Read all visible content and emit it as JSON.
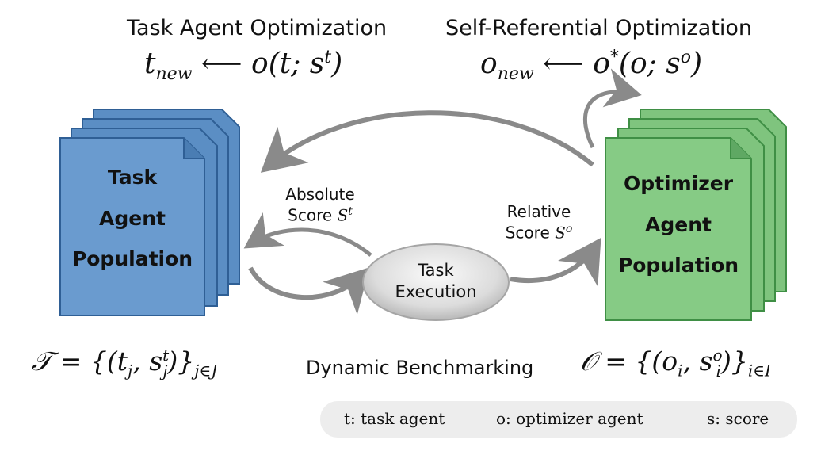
{
  "top": {
    "task_title": "Task Agent Optimization",
    "self_title": "Self-Referential Optimization",
    "task_update_formula": "t_new ⟵ o(t; s^t)",
    "self_update_formula": "o_new ⟵ o*(o; s^o)"
  },
  "task_population": {
    "line1": "Task",
    "line2": "Agent",
    "line3": "Population",
    "set_formula": "𝒯 = {(t_j, s_j^t)}_{j∈J}"
  },
  "optimizer_population": {
    "line1": "Optimizer",
    "line2": "Agent",
    "line3": "Population",
    "set_formula": "𝒪 = {(o_i, s_i^o)}_{i∈I}"
  },
  "center": {
    "execution_line1": "Task",
    "execution_line2": "Execution",
    "absolute_line1": "Absolute",
    "absolute_line2": "Score",
    "absolute_symbol": "S",
    "absolute_sup": "t",
    "relative_line1": "Relative",
    "relative_line2": "Score",
    "relative_symbol": "S",
    "relative_sup": "o",
    "benchmark_label": "Dynamic Benchmarking"
  },
  "legend": {
    "t_item": "t: task agent",
    "o_item": "o: optimizer agent",
    "s_item": "s: score"
  },
  "colors": {
    "task_fill": "#5b8ec4",
    "task_edge": "#2f5f95",
    "optimizer_fill": "#7fc47e",
    "optimizer_edge": "#3f8f45",
    "arrow": "#8a8a8a",
    "legend_bg": "#ededed"
  }
}
